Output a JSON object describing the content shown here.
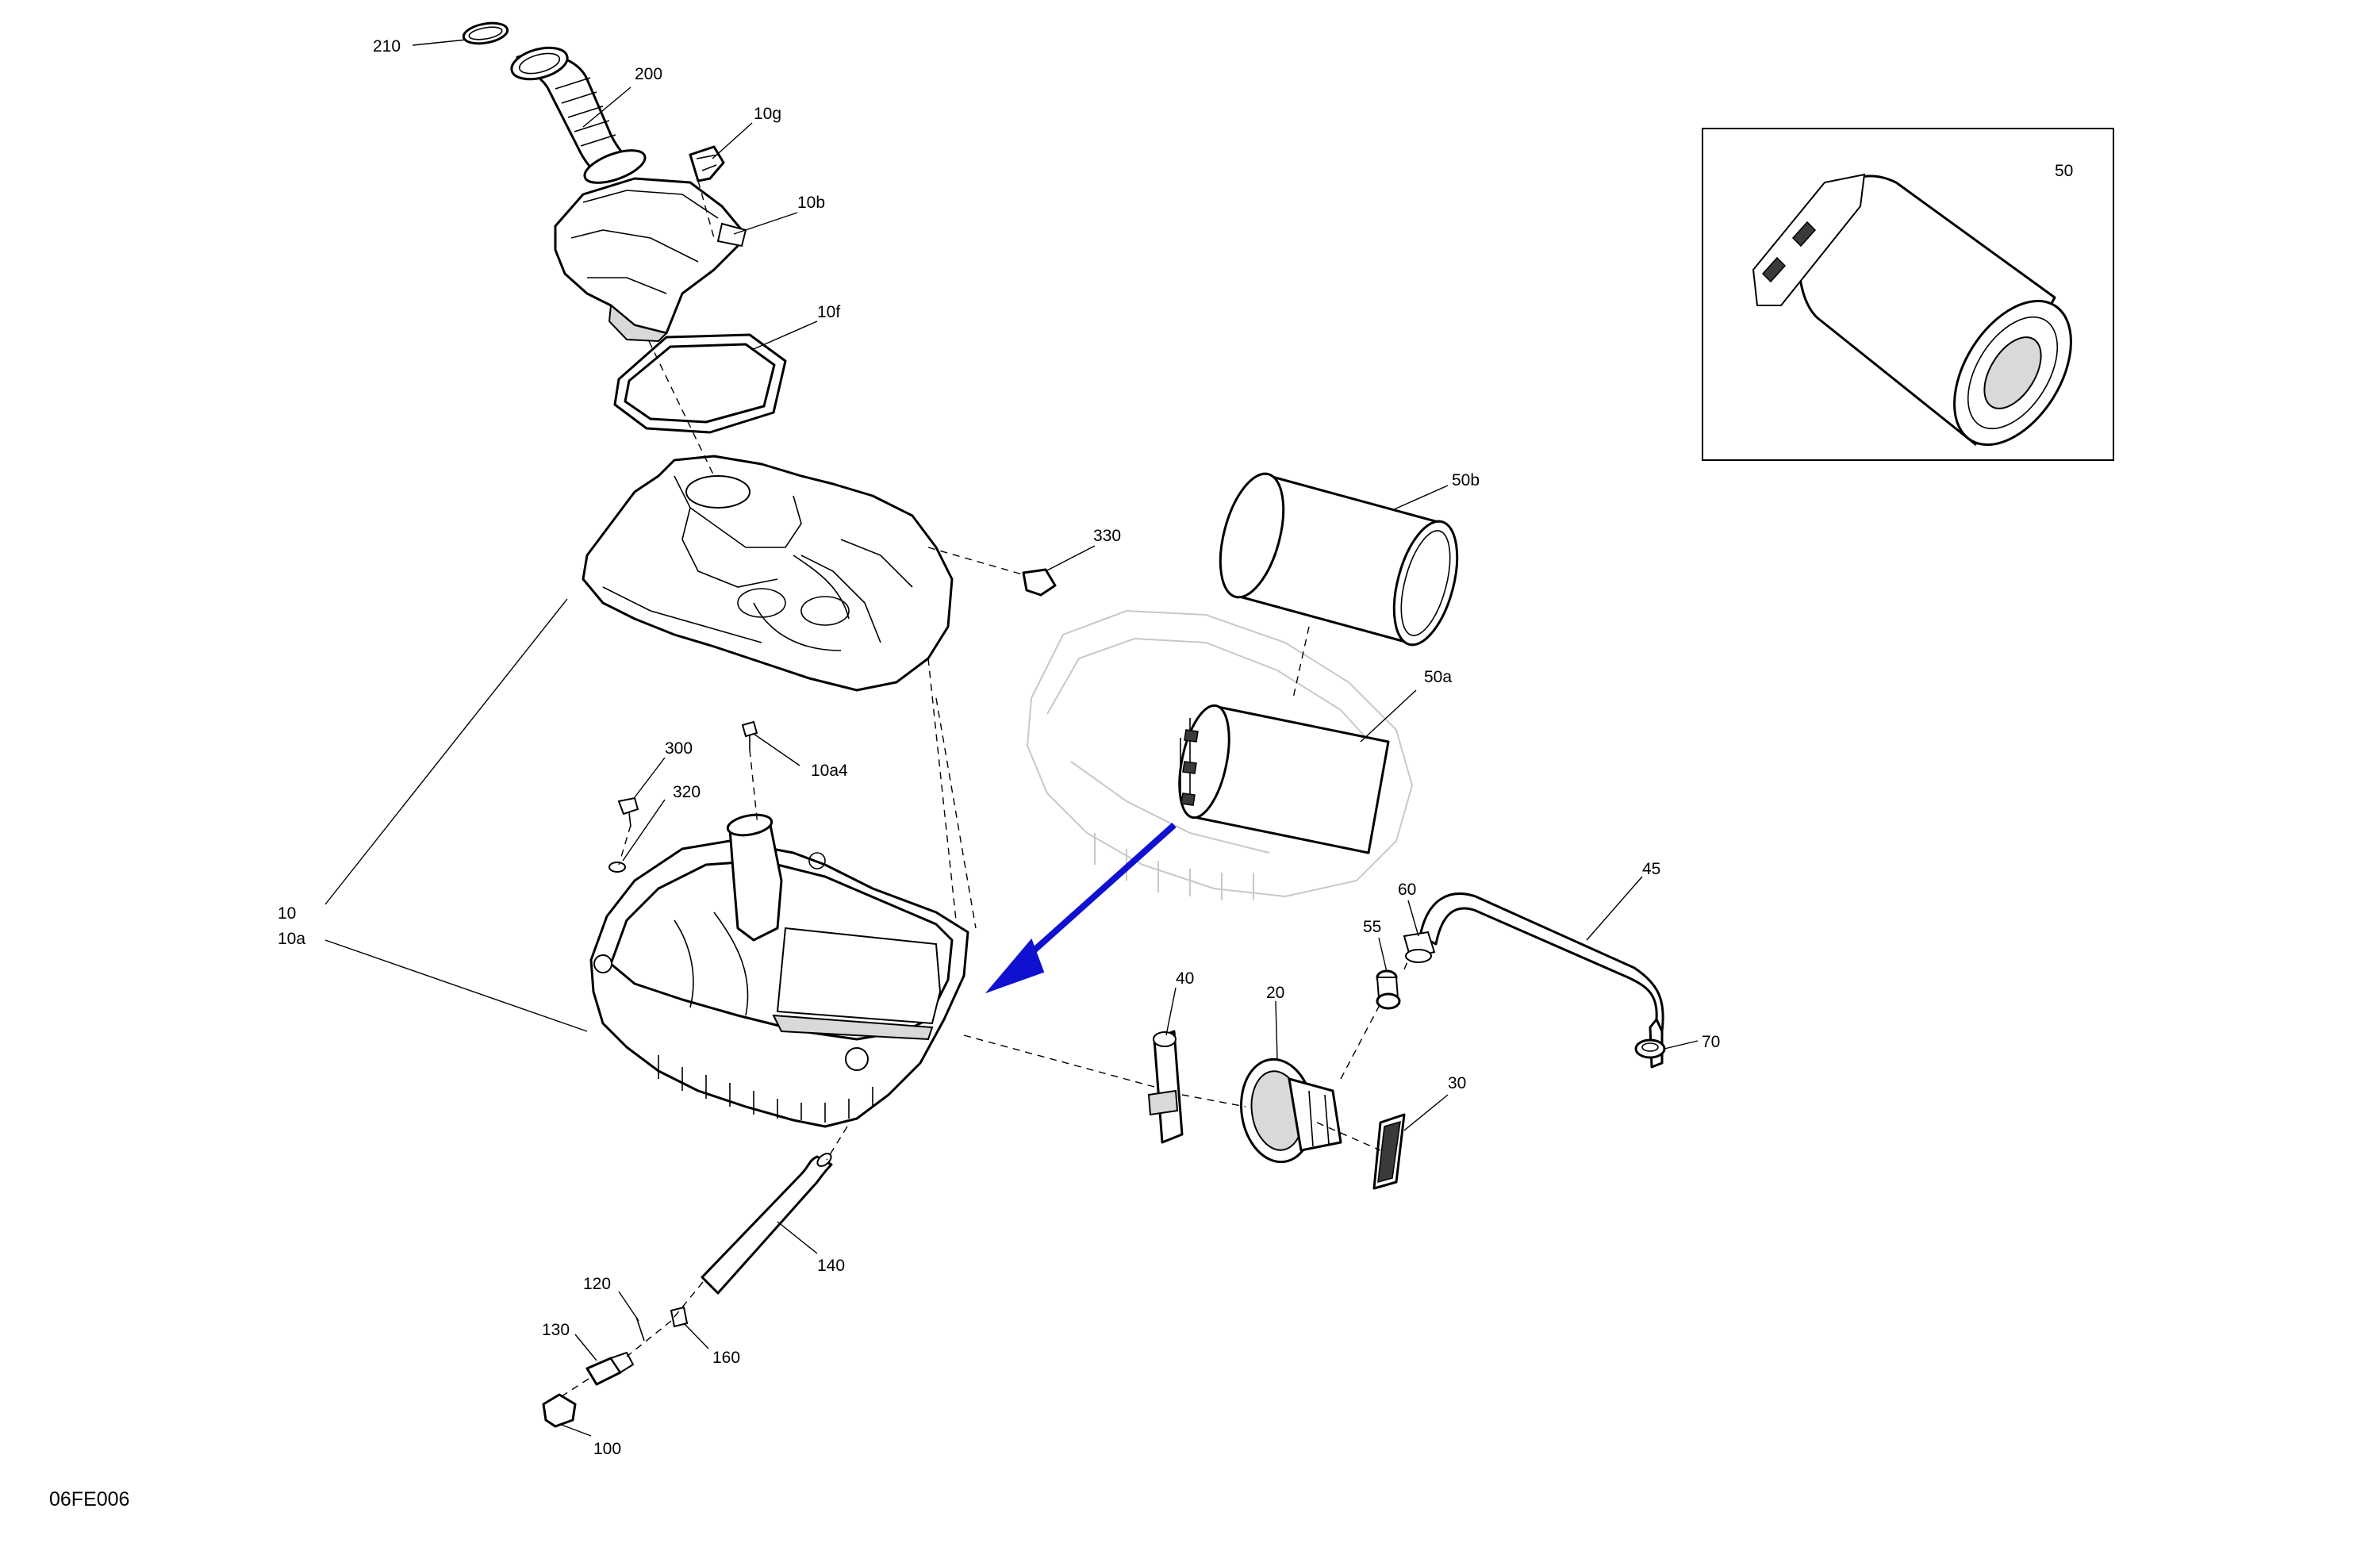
{
  "diagram": {
    "drawing_code": "06FE006",
    "callouts": [
      "210",
      "200",
      "10g",
      "10b",
      "10f",
      "330",
      "10",
      "10a",
      "300",
      "10a4",
      "320",
      "50b",
      "50a",
      "50",
      "45",
      "60",
      "55",
      "40",
      "20",
      "70",
      "30",
      "140",
      "120",
      "130",
      "160",
      "100"
    ],
    "accent_color": "#1010d0"
  }
}
